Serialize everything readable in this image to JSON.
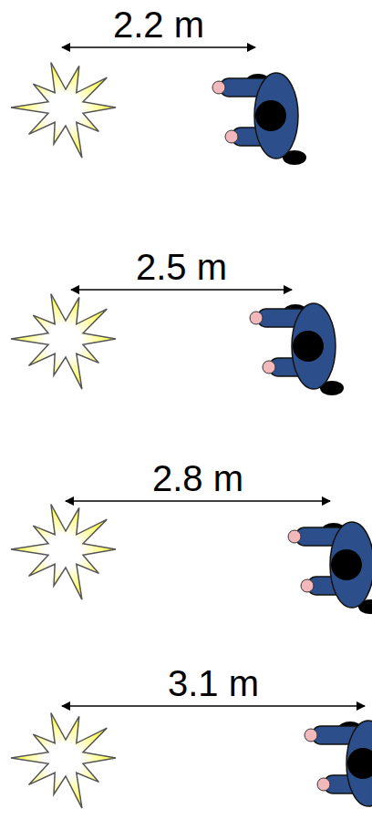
{
  "diagram": {
    "labels": [
      "2.2 m",
      "2.5 m",
      "2.8 m",
      "3.1 m"
    ]
  }
}
